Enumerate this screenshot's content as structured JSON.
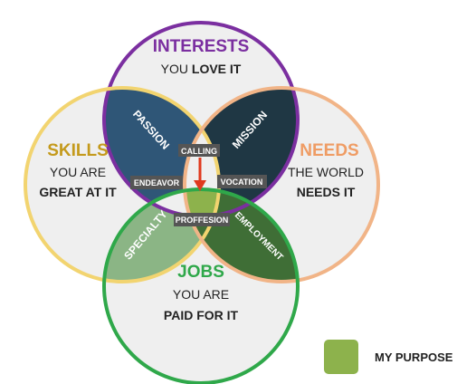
{
  "colors": {
    "interests": "#7b2fa0",
    "skills": "#f2d470",
    "needs": "#f1b487",
    "jobs": "#2fa84a",
    "circle_fill": "#efefef",
    "passion": "#2f5677",
    "mission": "#1f3744",
    "specialty": "#8bb585",
    "employment": "#3f6e36",
    "purpose": "#8db24c",
    "tag_bg": "#555555",
    "arrow": "#e0391e"
  },
  "interests": {
    "title": "INTERESTS",
    "line1": "YOU ",
    "line1_bold": "LOVE IT"
  },
  "skills": {
    "title": "SKILLS",
    "line1": "YOU ARE",
    "line2": "GREAT AT IT"
  },
  "needs": {
    "title": "NEEDS",
    "line1": "THE WORLD",
    "line2": "NEEDS IT"
  },
  "jobs": {
    "title": "JOBS",
    "line1": "YOU ARE",
    "line2": "PAID FOR IT"
  },
  "overlaps": {
    "passion": "PASSION",
    "mission": "MISSION",
    "specialty": "SPECIALTY",
    "employment": "EMPLOYMENT"
  },
  "tags": {
    "calling": "CALLING",
    "endeavor": "ENDEAVOR",
    "vocation": "VOCATION",
    "proffesion": "PROFFESION"
  },
  "legend": {
    "label": "MY PURPOSE"
  }
}
